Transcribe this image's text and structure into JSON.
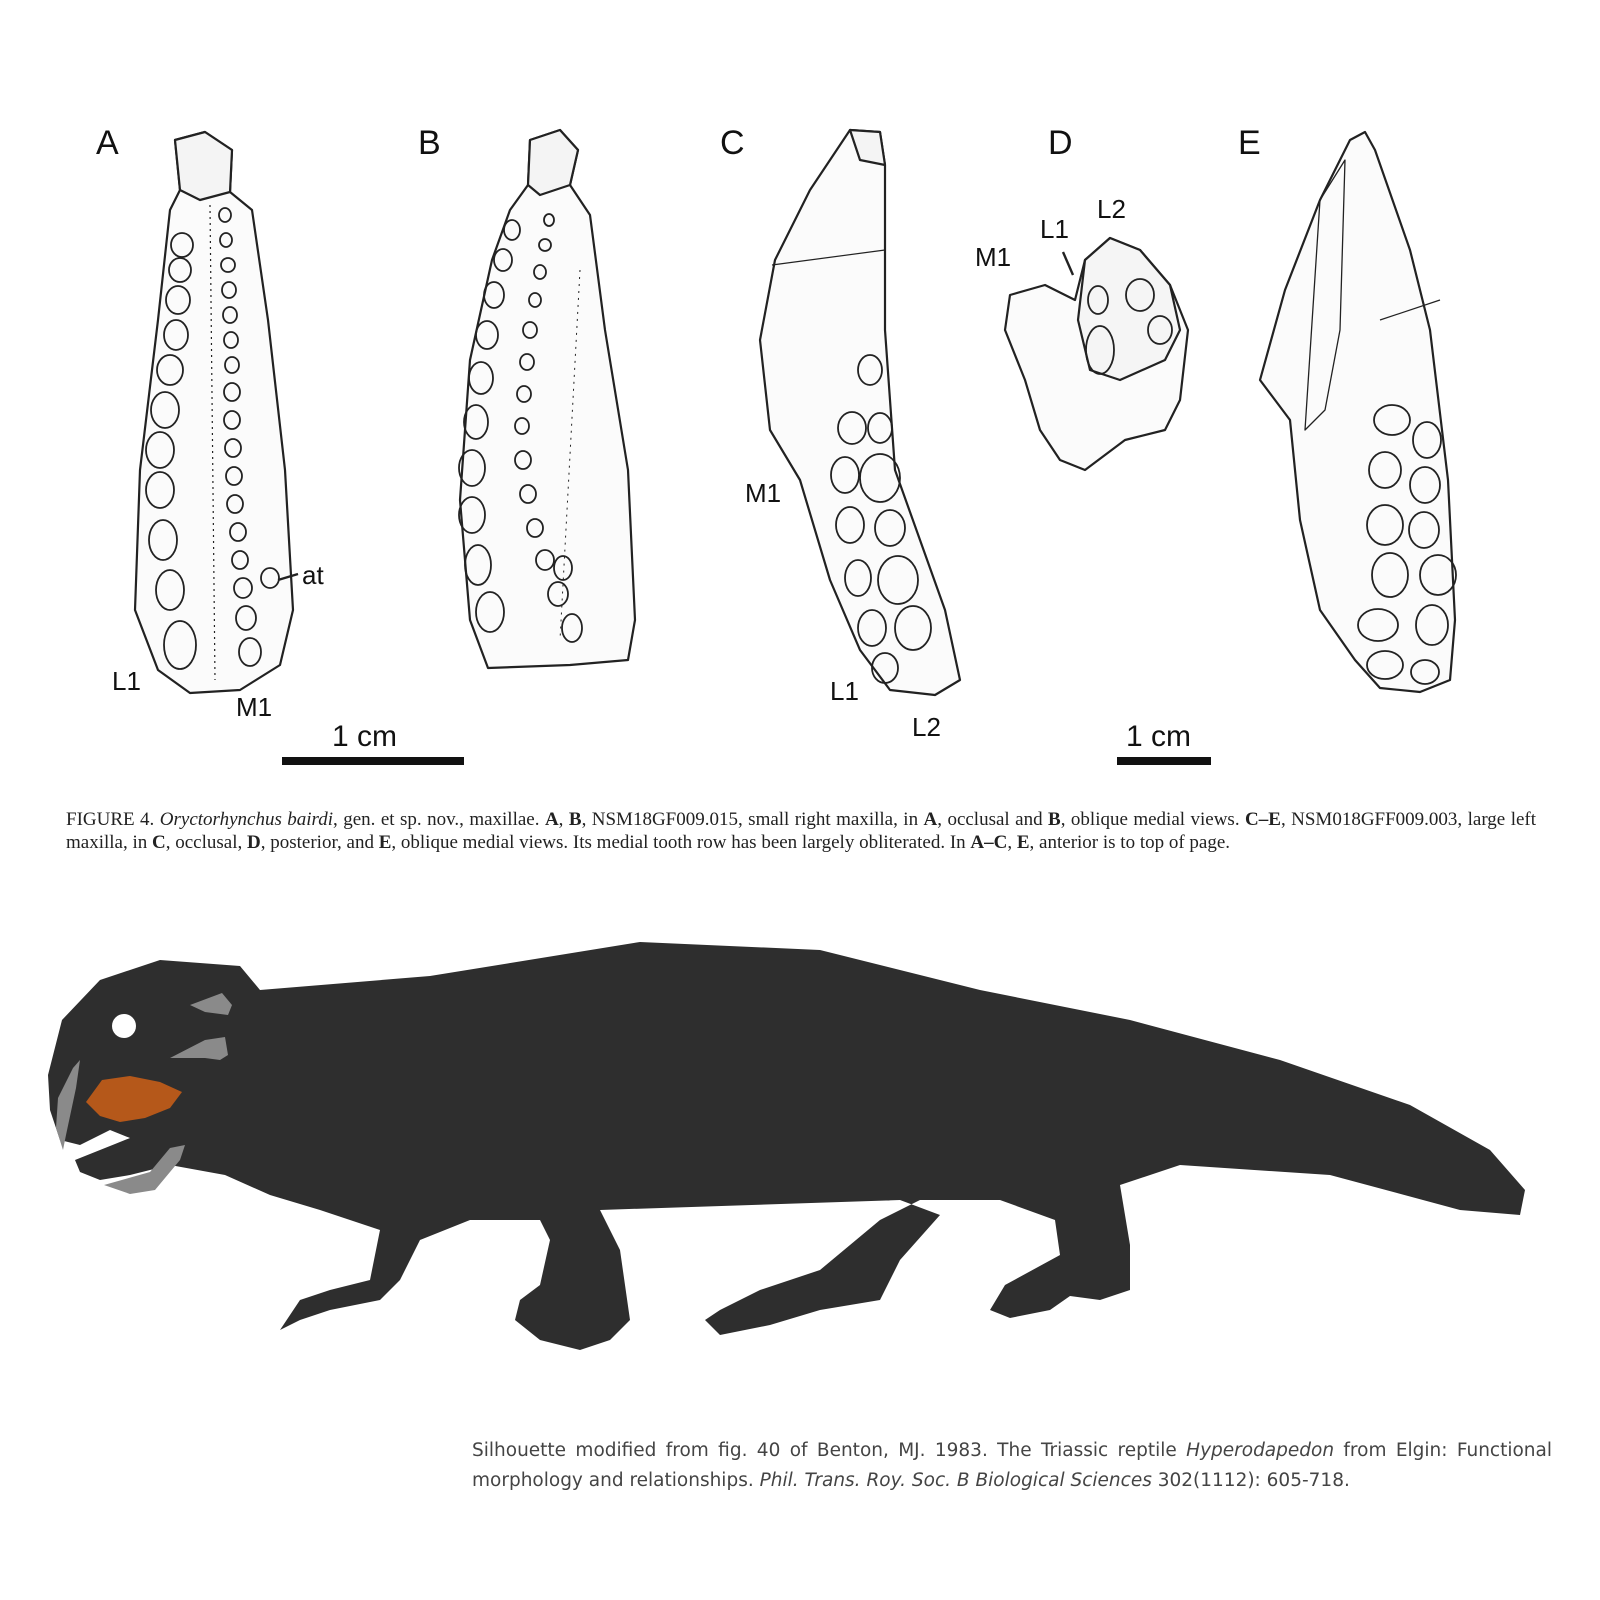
{
  "figure": {
    "panels": [
      {
        "id": "A",
        "label": "A",
        "annotations": [
          "L1",
          "M1",
          "at"
        ]
      },
      {
        "id": "B",
        "label": "B",
        "annotations": []
      },
      {
        "id": "C",
        "label": "C",
        "annotations": [
          "M1",
          "L1",
          "L2"
        ]
      },
      {
        "id": "D",
        "label": "D",
        "annotations": [
          "M1",
          "L1",
          "L2"
        ]
      },
      {
        "id": "E",
        "label": "E",
        "annotations": []
      }
    ],
    "annotations": {
      "a_l1": "L1",
      "a_m1": "M1",
      "a_at": "at",
      "c_m1": "M1",
      "c_l1": "L1",
      "c_l2": "L2",
      "d_m1": "M1",
      "d_l1": "L1",
      "d_l2": "L2"
    },
    "scale_bars": [
      {
        "label": "1 cm",
        "panels": "A-B"
      },
      {
        "label": "1 cm",
        "panels": "C-E"
      }
    ],
    "caption": {
      "prefix": "FIGURE 4. ",
      "taxon": "Oryctorhynchus bairdi",
      "part1": ", gen. et sp. nov., maxillae. ",
      "ab": "A",
      "sep1": ", ",
      "b": "B",
      "part2": ", NSM18GF009.015, small right maxilla, in ",
      "a2": "A",
      "part3": ", occlusal and ",
      "b2": "B",
      "part4": ", oblique medial views. ",
      "ce": "C–E",
      "part5": ", NSM018GFF009.003, large left maxilla, in ",
      "c": "C",
      "part6": ", occlusal, ",
      "d": "D",
      "part7": ", posterior, and ",
      "e": "E",
      "part8": ", oblique medial views. Its medial tooth row has been largely obliterated. In ",
      "ace": "A–C",
      "sep2": ", ",
      "e2": "E",
      "part9": ", anterior is to top of page."
    }
  },
  "silhouette": {
    "body_color": "#2e2e2e",
    "accent_gray": "#8a8a8a",
    "tooth_plate_color": "#b5581a",
    "eye_color": "#ffffff"
  },
  "credit": {
    "part1": "Silhouette modified from fig. 40 of Benton, MJ. 1983. The Triassic reptile ",
    "genus": "Hyperodapedon",
    "part2": " from Elgin: Functional morphology and relationships. ",
    "journal": "Phil. Trans. Roy. Soc. B Biological Sciences",
    "part3": " 302(1112): 605-718."
  }
}
